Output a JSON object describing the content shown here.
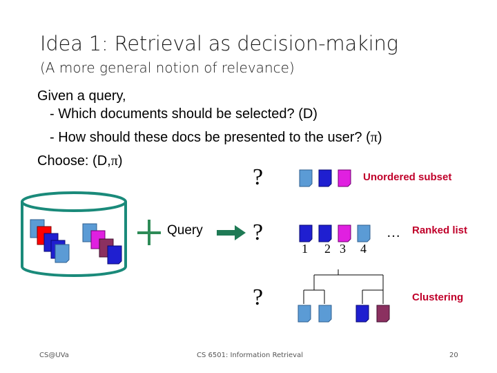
{
  "slide": {
    "title": "Idea 1: Retrieval as decision-making",
    "subtitle": "(A more general notion of relevance)",
    "lines": {
      "given": "Given a query,",
      "q1": "- Which documents should be selected? (D)",
      "q2_text": "- How should these docs be presented to the user? (",
      "q2_pi": "π",
      "q2_close": ")",
      "choose_text": "Choose: (D,",
      "choose_pi": "π",
      "choose_close": ")"
    },
    "query_label": "Query",
    "question_mark": "?",
    "options": {
      "unordered": "Unordered subset",
      "ranked": "Ranked list",
      "clustering": "Clustering"
    },
    "rank_numbers": [
      "1",
      "2",
      "3",
      "4"
    ],
    "ellipsis": "…",
    "footer": {
      "left": "CS@UVa",
      "center": "CS 6501: Information Retrieval",
      "page": "20"
    },
    "colors": {
      "accent_red": "#c0002a",
      "teal": "#1a8a7a",
      "doc_lightblue": "#5b9bd5",
      "doc_blue": "#1f1fd0",
      "doc_magenta": "#e020e0",
      "doc_maroon": "#8b3060",
      "doc_red": "#ff0000",
      "plus_green": "#2e8b57",
      "arrow_green": "#1f7a55"
    }
  }
}
